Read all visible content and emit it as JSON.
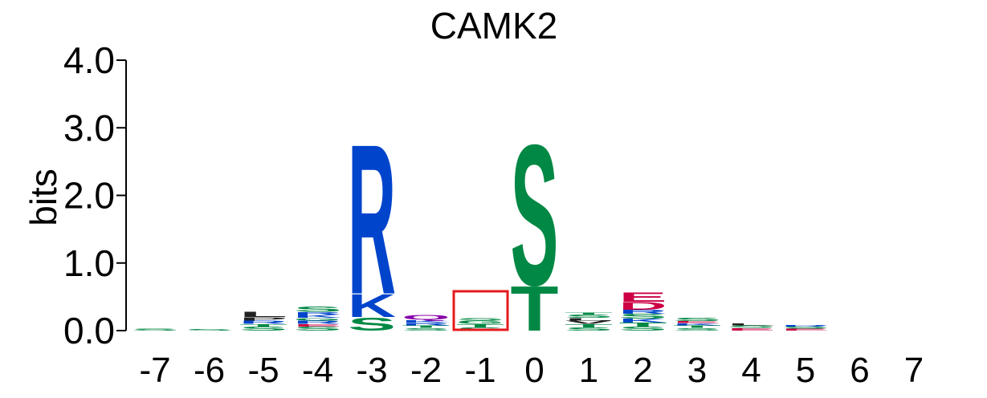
{
  "chart_data": {
    "type": "sequence-logo",
    "title": "CAMK2",
    "ylabel": "bits",
    "ylim": [
      0,
      4
    ],
    "yticks": [
      "0.0",
      "1.0",
      "2.0",
      "3.0",
      "4.0"
    ],
    "positions": [
      "-7",
      "-6",
      "-5",
      "-4",
      "-3",
      "-2",
      "-1",
      "0",
      "1",
      "2",
      "3",
      "4",
      "5",
      "6",
      "7"
    ],
    "highlight_position": "-1",
    "highlight_color": "#e41a1c",
    "colors": {
      "basic": "#0044cc",
      "polar": "#008844",
      "acidic": "#cc0044",
      "hydrophobic": "#222222",
      "amide": "#8800aa"
    },
    "stacks": [
      {
        "pos": "-7",
        "letters": [
          {
            "aa": "S",
            "h": 0.03,
            "c": "polar"
          }
        ]
      },
      {
        "pos": "-6",
        "letters": [
          {
            "aa": "S",
            "h": 0.02,
            "c": "polar"
          }
        ]
      },
      {
        "pos": "-5",
        "letters": [
          {
            "aa": "S",
            "h": 0.06,
            "c": "polar"
          },
          {
            "aa": "T",
            "h": 0.04,
            "c": "polar"
          },
          {
            "aa": "R",
            "h": 0.05,
            "c": "basic"
          },
          {
            "aa": "P",
            "h": 0.05,
            "c": "hydrophobic"
          },
          {
            "aa": "L",
            "h": 0.08,
            "c": "hydrophobic"
          }
        ]
      },
      {
        "pos": "-4",
        "letters": [
          {
            "aa": "S",
            "h": 0.06,
            "c": "polar"
          },
          {
            "aa": "E",
            "h": 0.04,
            "c": "acidic"
          },
          {
            "aa": "R",
            "h": 0.05,
            "c": "basic"
          },
          {
            "aa": "G",
            "h": 0.04,
            "c": "polar"
          },
          {
            "aa": "K",
            "h": 0.05,
            "c": "basic"
          },
          {
            "aa": "R",
            "h": 0.04,
            "c": "basic"
          },
          {
            "aa": "S",
            "h": 0.08,
            "c": "polar"
          }
        ]
      },
      {
        "pos": "-3",
        "letters": [
          {
            "aa": "S",
            "h": 0.2,
            "c": "polar"
          },
          {
            "aa": "K",
            "h": 0.35,
            "c": "basic"
          },
          {
            "aa": "R",
            "h": 2.27,
            "c": "basic"
          }
        ]
      },
      {
        "pos": "-2",
        "letters": [
          {
            "aa": "S",
            "h": 0.04,
            "c": "polar"
          },
          {
            "aa": "T",
            "h": 0.04,
            "c": "polar"
          },
          {
            "aa": "R",
            "h": 0.04,
            "c": "basic"
          },
          {
            "aa": "K",
            "h": 0.04,
            "c": "basic"
          },
          {
            "aa": "Q",
            "h": 0.07,
            "c": "amide"
          }
        ]
      },
      {
        "pos": "-1",
        "letters": [
          {
            "aa": "S",
            "h": 0.05,
            "c": "polar"
          },
          {
            "aa": "T",
            "h": 0.05,
            "c": "polar"
          },
          {
            "aa": "G",
            "h": 0.05,
            "c": "polar"
          },
          {
            "aa": "S",
            "h": 0.04,
            "c": "polar"
          }
        ]
      },
      {
        "pos": "0",
        "letters": [
          {
            "aa": "T",
            "h": 0.68,
            "c": "polar"
          },
          {
            "aa": "S",
            "h": 2.13,
            "c": "polar"
          }
        ]
      },
      {
        "pos": "1",
        "letters": [
          {
            "aa": "S",
            "h": 0.05,
            "c": "polar"
          },
          {
            "aa": "T",
            "h": 0.05,
            "c": "polar"
          },
          {
            "aa": "V",
            "h": 0.05,
            "c": "hydrophobic"
          },
          {
            "aa": "L",
            "h": 0.04,
            "c": "hydrophobic"
          },
          {
            "aa": "S",
            "h": 0.05,
            "c": "polar"
          },
          {
            "aa": "T",
            "h": 0.03,
            "c": "polar"
          }
        ]
      },
      {
        "pos": "2",
        "letters": [
          {
            "aa": "S",
            "h": 0.06,
            "c": "polar"
          },
          {
            "aa": "T",
            "h": 0.06,
            "c": "polar"
          },
          {
            "aa": "K",
            "h": 0.06,
            "c": "basic"
          },
          {
            "aa": "S",
            "h": 0.07,
            "c": "polar"
          },
          {
            "aa": "R",
            "h": 0.06,
            "c": "basic"
          },
          {
            "aa": "D",
            "h": 0.12,
            "c": "acidic"
          },
          {
            "aa": "E",
            "h": 0.14,
            "c": "acidic"
          }
        ]
      },
      {
        "pos": "3",
        "letters": [
          {
            "aa": "S",
            "h": 0.04,
            "c": "polar"
          },
          {
            "aa": "T",
            "h": 0.04,
            "c": "polar"
          },
          {
            "aa": "K",
            "h": 0.03,
            "c": "basic"
          },
          {
            "aa": "E",
            "h": 0.03,
            "c": "acidic"
          },
          {
            "aa": "S",
            "h": 0.05,
            "c": "polar"
          }
        ]
      },
      {
        "pos": "4",
        "letters": [
          {
            "aa": "E",
            "h": 0.04,
            "c": "acidic"
          },
          {
            "aa": "S",
            "h": 0.04,
            "c": "polar"
          },
          {
            "aa": "L",
            "h": 0.03,
            "c": "hydrophobic"
          }
        ]
      },
      {
        "pos": "5",
        "letters": [
          {
            "aa": "E",
            "h": 0.03,
            "c": "acidic"
          },
          {
            "aa": "S",
            "h": 0.03,
            "c": "polar"
          },
          {
            "aa": "R",
            "h": 0.02,
            "c": "basic"
          }
        ]
      },
      {
        "pos": "6",
        "letters": []
      },
      {
        "pos": "7",
        "letters": []
      }
    ]
  }
}
